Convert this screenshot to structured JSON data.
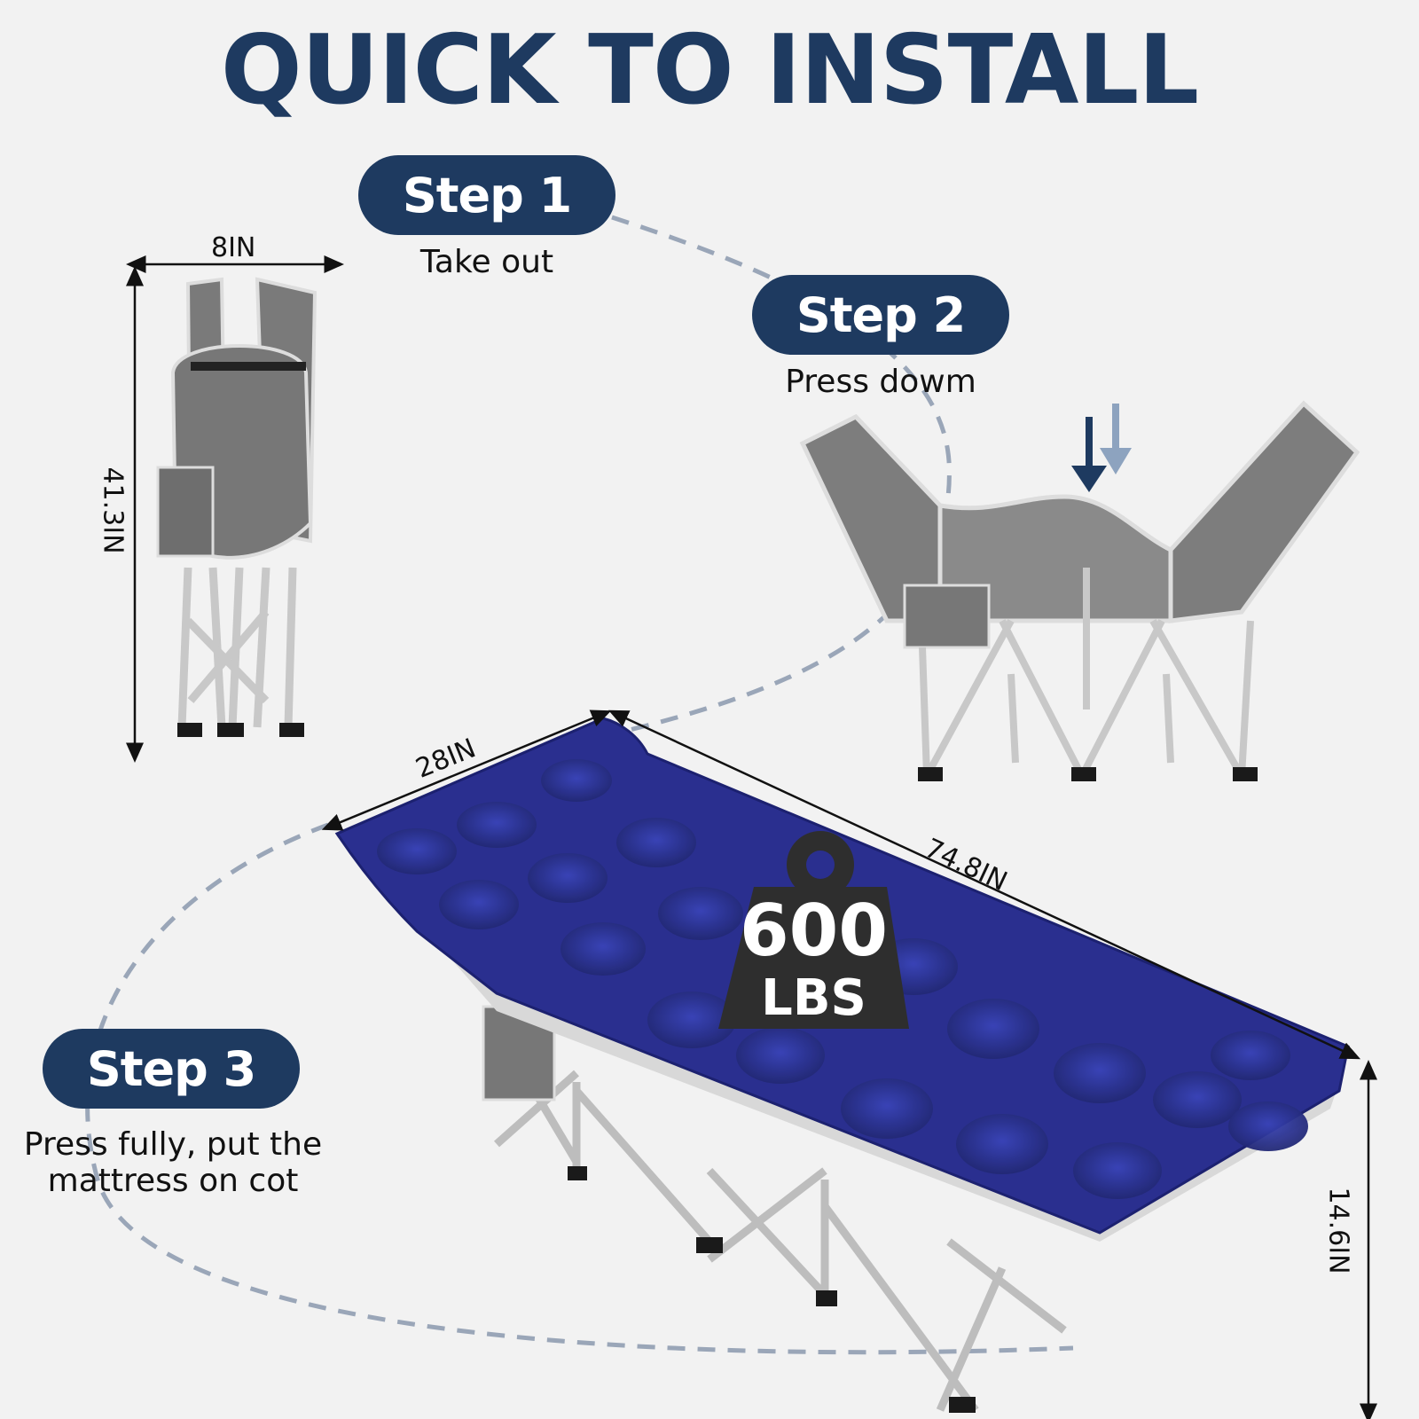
{
  "title": "QUICK TO INSTALL",
  "steps": [
    {
      "label": "Step 1",
      "caption": "Take out"
    },
    {
      "label": "Step 2",
      "caption": "Press dowm"
    },
    {
      "label": "Step 3",
      "caption_lines": [
        "Press fully, put the",
        "mattress on cot"
      ]
    }
  ],
  "dimensions": {
    "folded_width": "8IN",
    "folded_height": "41.3IN",
    "cot_width": "28IN",
    "cot_length": "74.8IN",
    "cot_height": "14.6IN"
  },
  "weight_badge": {
    "value": "600",
    "unit": "LBS"
  },
  "colors": {
    "title_navy": "#1e3a60",
    "mattress_blue": "#2a2f8f",
    "fabric_gray": "#7a7a7a",
    "frame_silver": "#c8c8c8",
    "badge_dark": "#2e2e2e",
    "dash_line": "#9aa6b8"
  }
}
